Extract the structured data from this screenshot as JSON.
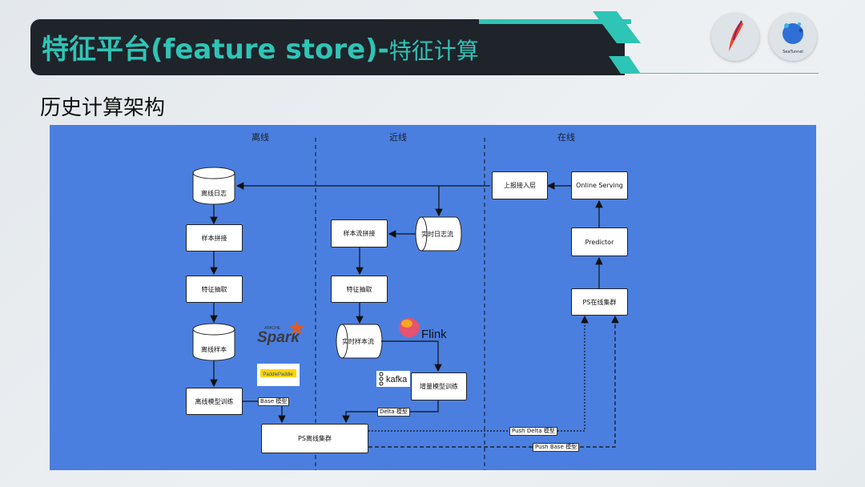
{
  "header": {
    "title_main": "特征平台(feature store)-",
    "title_light": "特征计算",
    "logo_right_text": "SeaTunnel"
  },
  "subtitle": "历史计算架构",
  "lanes": [
    "离线",
    "近线",
    "在线"
  ],
  "nodes": {
    "offline_log": "离线日志",
    "sample_join": "样本拼接",
    "feature_extract": "特征抽取",
    "offline_sample": "离线样本",
    "offline_train": "离线模型训练",
    "ps_offline": "PS离线集群",
    "stream_join": "样本流拼接",
    "realtime_log_stream": "实时日志流",
    "stream_feature_extract": "特征抽取",
    "realtime_sample_stream": "实时样本流",
    "incremental_train": "增量模型训练",
    "report_layer": "上报接入层",
    "online_serving": "Online Serving",
    "predictor": "Predictor",
    "ps_online": "PS在线集群"
  },
  "edge_labels": {
    "base_model": "Base 模型",
    "delta_model": "Delta 模型",
    "push_delta": "Push Delta 模型",
    "push_base": "Push Base 模型"
  },
  "logos": {
    "spark_small": "APACHE",
    "spark": "Spark",
    "flink": "Flink",
    "kafka": "kafka",
    "paddle": "PaddlePaddle"
  },
  "colors": {
    "title_bg": "#1f232a",
    "accent": "#2ec4b6",
    "diagram_bg": "#4a7fe0",
    "spark_orange": "#e25a1c"
  }
}
